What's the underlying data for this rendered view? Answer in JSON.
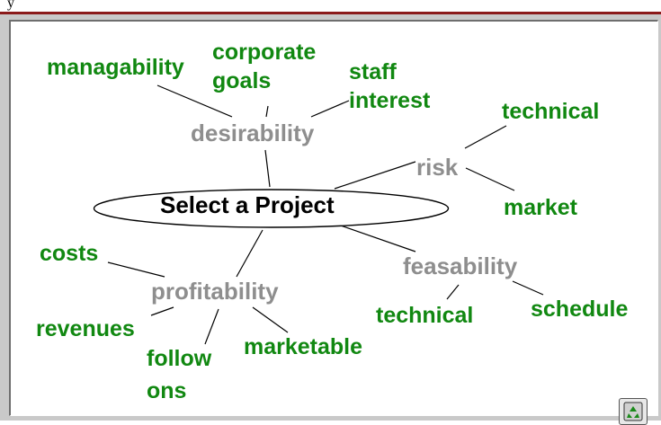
{
  "header": {
    "text": "y"
  },
  "diagram": {
    "center": "Select a Project",
    "branches": {
      "desirability": "desirability",
      "risk": "risk",
      "feasability": "feasability",
      "profitability": "profitability"
    },
    "leaves": {
      "managability": "managability",
      "corporate_goals_1": "corporate",
      "corporate_goals_2": "goals",
      "staff_interest_1": "staff",
      "staff_interest_2": "interest",
      "risk_technical": "technical",
      "market": "market",
      "feas_technical": "technical",
      "schedule": "schedule",
      "costs": "costs",
      "revenues": "revenues",
      "follow_ons_1": "follow",
      "follow_ons_2": "ons",
      "marketable": "marketable"
    },
    "colors": {
      "leaf": "#118811",
      "branch": "#8e8e8e",
      "center": "#000000",
      "border": "#8b1a1a"
    }
  },
  "controls": {
    "recycle_icon": "recycle-icon"
  }
}
